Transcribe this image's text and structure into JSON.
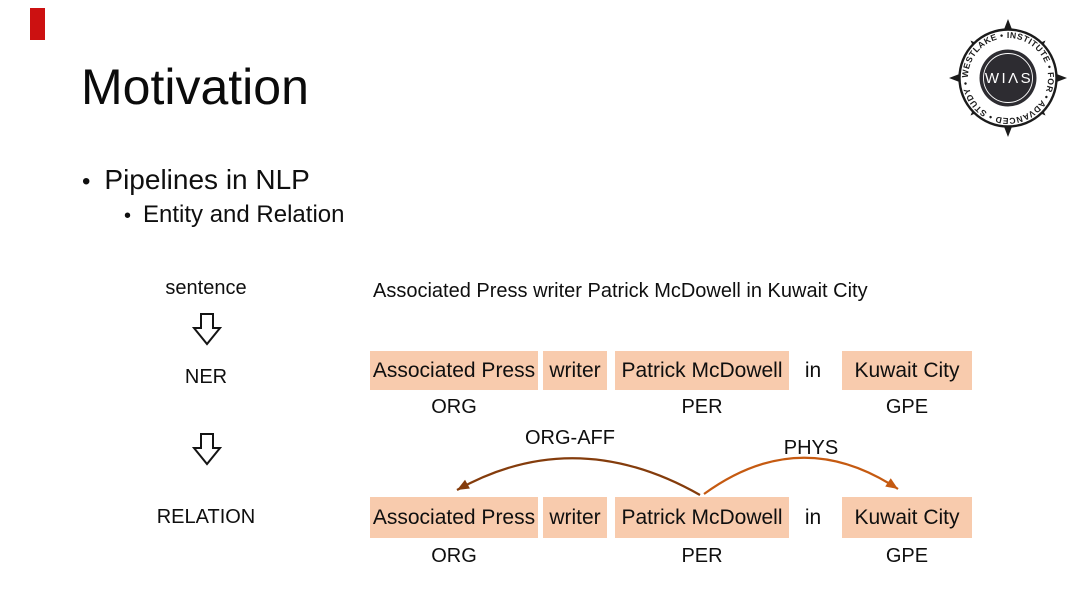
{
  "slide": {
    "title": "Motivation",
    "bullet_char": "•",
    "bullets": [
      {
        "label": "Pipelines in NLP"
      },
      {
        "label": "Entity and Relation"
      }
    ]
  },
  "marker": {
    "color": "#cc1111"
  },
  "pipeline": {
    "steps": [
      "sentence",
      "NER",
      "RELATION"
    ],
    "arrow_icon": "hollow-down-arrow"
  },
  "sentence": "Associated Press writer Patrick McDowell in Kuwait City",
  "diagram": {
    "box_fill": "#F8CBAD",
    "tokens": [
      {
        "text": "Associated Press"
      },
      {
        "text": "writer"
      },
      {
        "text": "Patrick McDowell"
      },
      {
        "text": "in"
      },
      {
        "text": "Kuwait City"
      }
    ],
    "entity_labels": [
      "ORG",
      "PER",
      "GPE"
    ],
    "relations": [
      {
        "label": "ORG-AFF",
        "color": "#843C0C"
      },
      {
        "label": "PHYS",
        "color": "#C55A11"
      }
    ]
  },
  "logo": {
    "ring_text": "WESTLAKE • INSTITUTE • FOR • ADVANCED • STUDY •",
    "monogram": "WIΛS",
    "disc_color": "#2d2c31",
    "ink": "#1b1b1b"
  }
}
